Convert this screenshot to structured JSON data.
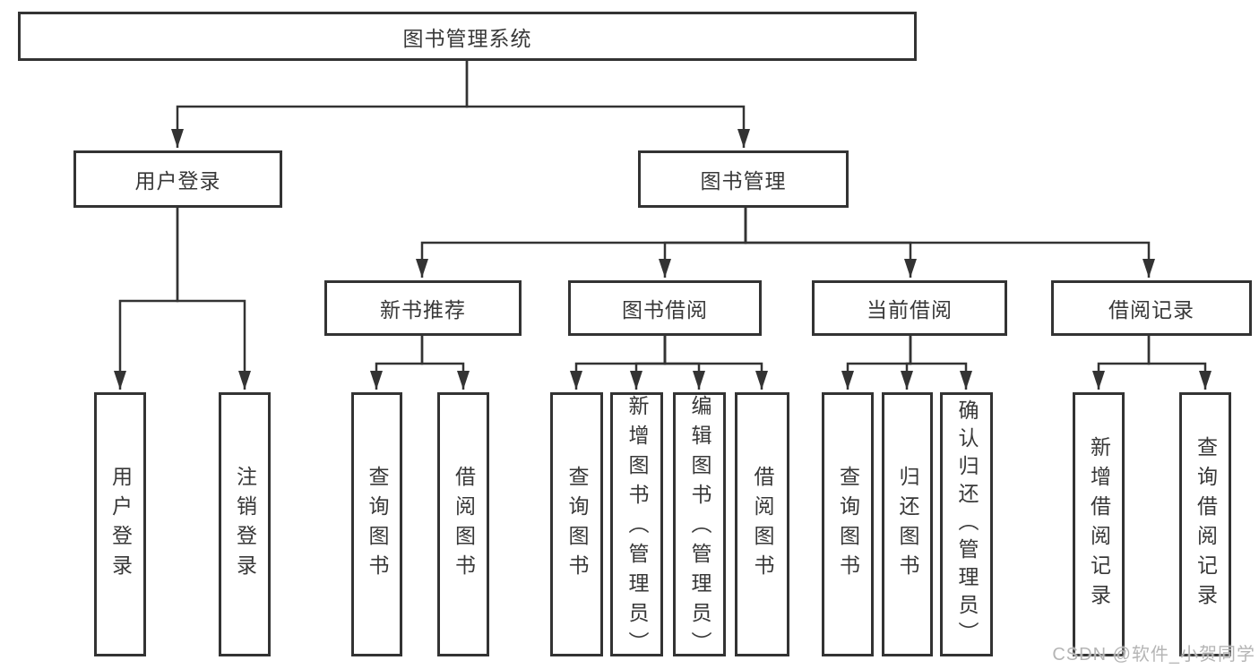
{
  "diagram": {
    "tree": {
      "label": "图书管理系统",
      "children": [
        {
          "label": "用户登录",
          "children": [
            {
              "label": "用户登录"
            },
            {
              "label": "注销登录"
            }
          ]
        },
        {
          "label": "图书管理",
          "children": [
            {
              "label": "新书推荐",
              "children": [
                {
                  "label": "查询图书"
                },
                {
                  "label": "借阅图书"
                }
              ]
            },
            {
              "label": "图书借阅",
              "children": [
                {
                  "label": "查询图书"
                },
                {
                  "label": "新增图书（管理员）"
                },
                {
                  "label": "编辑图书（管理员）"
                },
                {
                  "label": "借阅图书"
                }
              ]
            },
            {
              "label": "当前借阅",
              "children": [
                {
                  "label": "查询图书"
                },
                {
                  "label": "归还图书"
                },
                {
                  "label": "确认归还（管理员）"
                }
              ]
            },
            {
              "label": "借阅记录",
              "children": [
                {
                  "label": "新增借阅记录"
                },
                {
                  "label": "查询借阅记录"
                }
              ]
            }
          ]
        }
      ]
    },
    "colors": {
      "line": "#333333",
      "box_border": "#333333",
      "box_fill": "#ffffff",
      "text": "#383838",
      "background": "#ffffff",
      "watermark": "#b5b5b5"
    }
  },
  "watermark": {
    "text": "CSDN @软件_小贺同学"
  }
}
